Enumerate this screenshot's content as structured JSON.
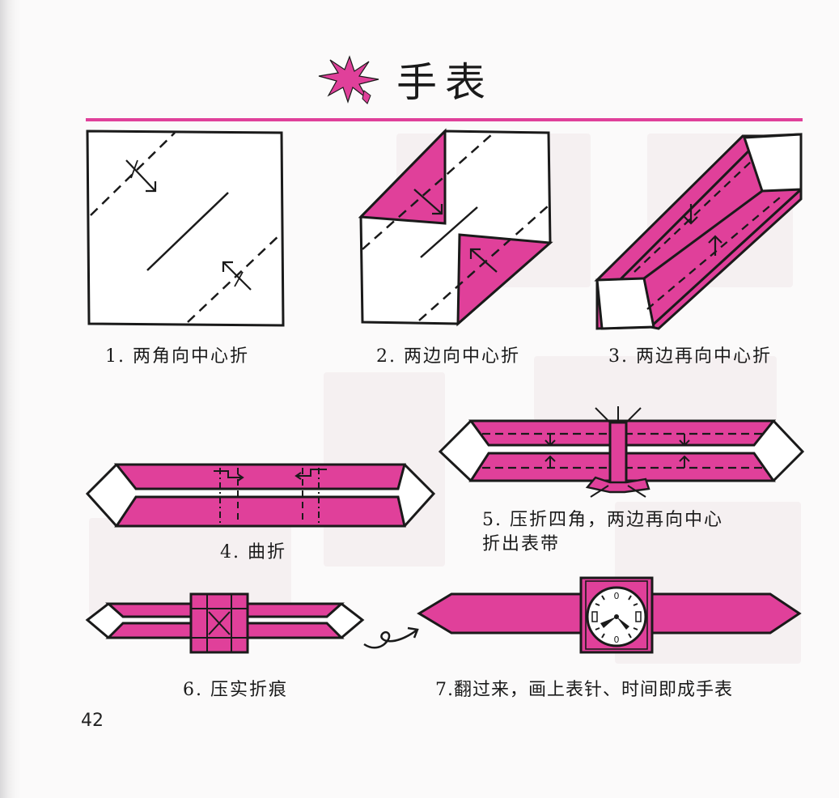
{
  "page": {
    "title": "手表",
    "number": "42"
  },
  "steps": [
    {
      "label": "1. 两角向中心折"
    },
    {
      "label": "2. 两边向中心折"
    },
    {
      "label": "3. 两边再向中心折"
    },
    {
      "label": "4. 曲折"
    },
    {
      "label": "5. 压折四角，两边再向中心",
      "label_line2": "折出表带"
    },
    {
      "label": "6. 压实折痕"
    },
    {
      "label": "7.翻过来，画上表针、时间即成手表"
    }
  ],
  "colors": {
    "paper_pink": "#e0409a",
    "ink": "#1a1a1a",
    "paper_white": "#ffffff"
  },
  "icons": [
    "burst-decoration-icon",
    "curved-arrow-icon",
    "clock-face-icon"
  ]
}
